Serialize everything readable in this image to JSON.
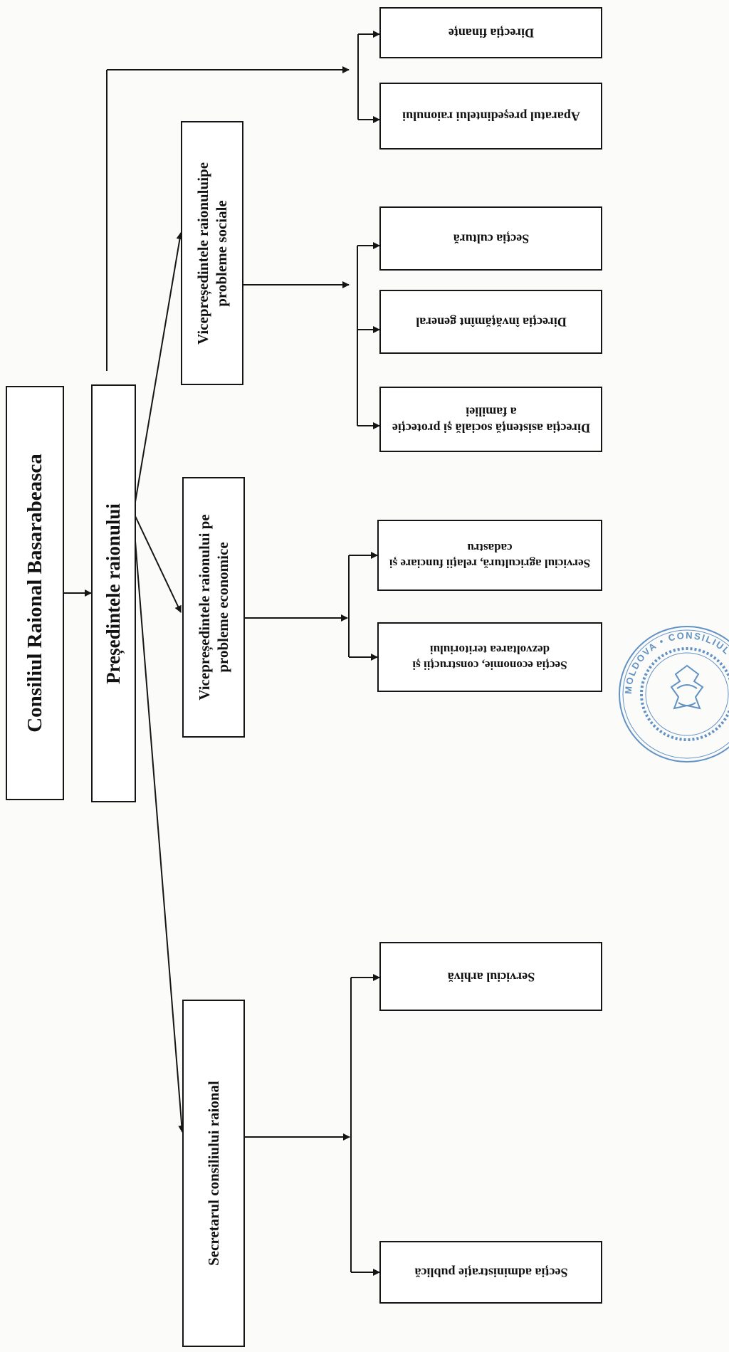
{
  "council": "Consiliul Raional Basarabeasca",
  "president": "Președintele raionului",
  "vice_social": "Vicepreședintele raionuluipe probleme sociale",
  "vice_economic": "Vicepreședintele raionului pe probleme economice",
  "secretary": "Secretarul consiliului raional",
  "units": {
    "finance": "Direcția finanțe",
    "president_office": "Aparatul președintelui raionului",
    "culture": "Secția cultură",
    "education": "Direcția învățămînt general",
    "social_assistance": "Direcția asistență socială și protecție a familiei",
    "agriculture": "Serviciul agricultură, relații funciare și cadastru",
    "economic": "Secția economie, construcții și dezvoltarea teritoriului",
    "archive": "Serviciul arhivă",
    "public_admin": "Secția administrație publică"
  },
  "stamp": {
    "text": "MOLDOVA • CONSILIUL RAIONAL",
    "color": "#2f6fb3"
  },
  "colors": {
    "ink": "#151515",
    "stamp": "#2f6fb3",
    "paper": "#fbfbf9"
  }
}
